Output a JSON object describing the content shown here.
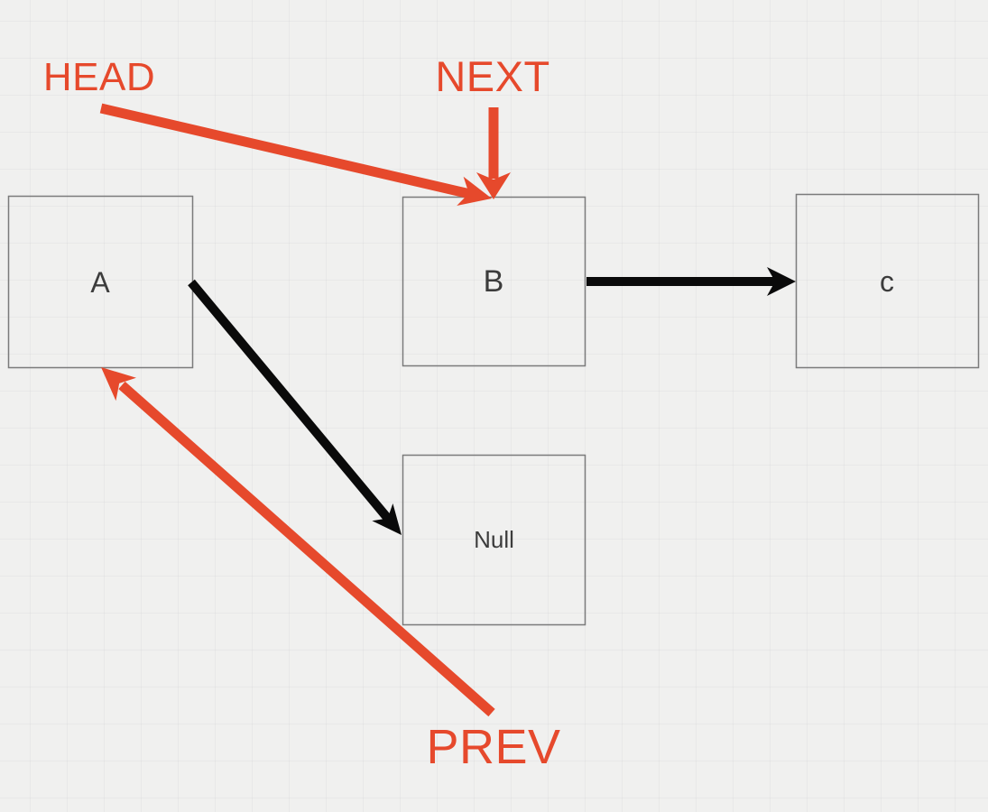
{
  "theme": {
    "bg": "#F0F0EF",
    "grid": "rgba(0,0,0,0.032)",
    "accent": "#E6492C",
    "ink": "#0A0A0A",
    "border": "#7B7B7B",
    "label": "#3C3C3C"
  },
  "diagram": {
    "nodes": [
      {
        "id": "A",
        "label": "A"
      },
      {
        "id": "B",
        "label": "B"
      },
      {
        "id": "C",
        "label": "c"
      },
      {
        "id": "NULL",
        "label": "Null"
      }
    ],
    "annotations": [
      {
        "id": "head",
        "label": "HEAD",
        "points_to": "B"
      },
      {
        "id": "next",
        "label": "NEXT",
        "points_to": "B"
      },
      {
        "id": "prev",
        "label": "PREV",
        "points_to": "A"
      }
    ],
    "edges": [
      {
        "from": "B",
        "to": "C",
        "color": "black"
      },
      {
        "from": "A",
        "to": "NULL",
        "color": "black"
      }
    ]
  }
}
